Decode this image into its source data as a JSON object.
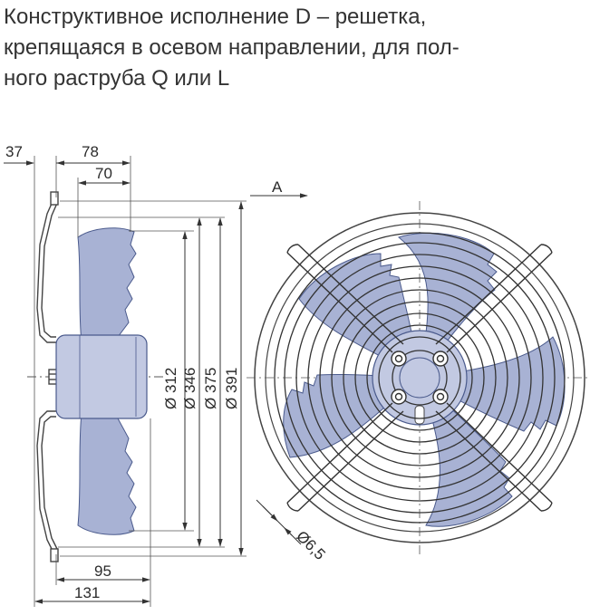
{
  "title": {
    "line1": "Конструктивное исполнение D – решетка,",
    "line2": "крепящаяся в осевом направлении, для пол-",
    "line3": "ного раструба Q или L"
  },
  "dimensions": {
    "d37": "37",
    "d78": "78",
    "d70": "70",
    "view_a": "A",
    "dia312": "Ø 312",
    "dia346": "Ø 346",
    "dia375": "Ø 375",
    "dia391": "Ø 391",
    "d95": "95",
    "d131": "131",
    "hole": "Ø6,5"
  },
  "colors": {
    "blade_fill": "#a8b2d4",
    "blade_stroke": "#4a5a8c",
    "hub_fill": "#c2c9e2",
    "line": "#333333"
  }
}
